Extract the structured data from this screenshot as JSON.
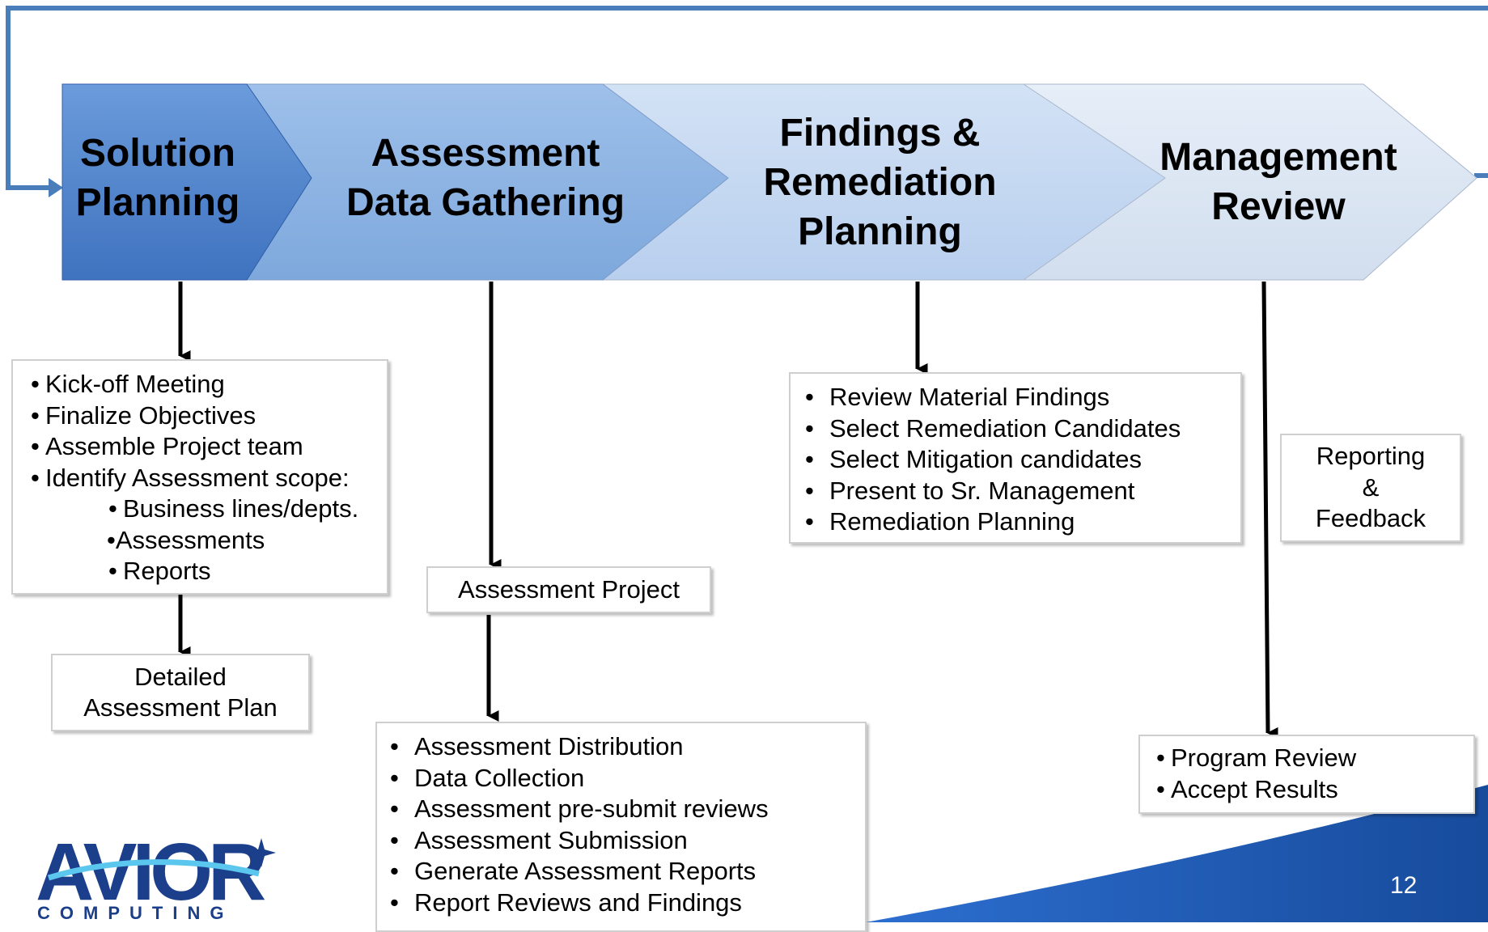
{
  "stages": [
    {
      "label": "Solution\nPlanning"
    },
    {
      "label": "Assessment\nData Gathering"
    },
    {
      "label": "Findings &\nRemediation\nPlanning"
    },
    {
      "label": "Management\nReview"
    }
  ],
  "solution_planning": {
    "items": [
      "Kick-off Meeting",
      "Finalize  Objectives",
      "Assemble Project team",
      "Identify Assessment scope:"
    ],
    "subitems": [
      "Business lines/depts.",
      "•Assessments",
      "Reports"
    ],
    "output": "Detailed\nAssessment Plan"
  },
  "data_gathering": {
    "project": "Assessment Project",
    "items": [
      "Assessment Distribution",
      "Data Collection",
      "Assessment pre-submit reviews",
      "Assessment Submission",
      "Generate Assessment Reports",
      "Report Reviews and Findings"
    ]
  },
  "findings": {
    "items": [
      "Review Material Findings",
      "Select Remediation Candidates",
      "Select Mitigation candidates",
      "Present to Sr. Management",
      "Remediation Planning"
    ]
  },
  "management": {
    "reporting": "Reporting\n&\nFeedback",
    "items": [
      "Program Review",
      "Accept Results"
    ]
  },
  "logo": {
    "text": "AVIOR",
    "subtext": "COMPUTING"
  },
  "page_number": "12",
  "colors": {
    "stage1": "#4f86cc",
    "stage2": "#8db4e3",
    "stage3": "#c6d9f1",
    "stage4": "#dce6f2",
    "loop_line": "#4a7ebb",
    "logo_blue": "#1b3f8b",
    "corner_blue": "#1f5cb8"
  }
}
